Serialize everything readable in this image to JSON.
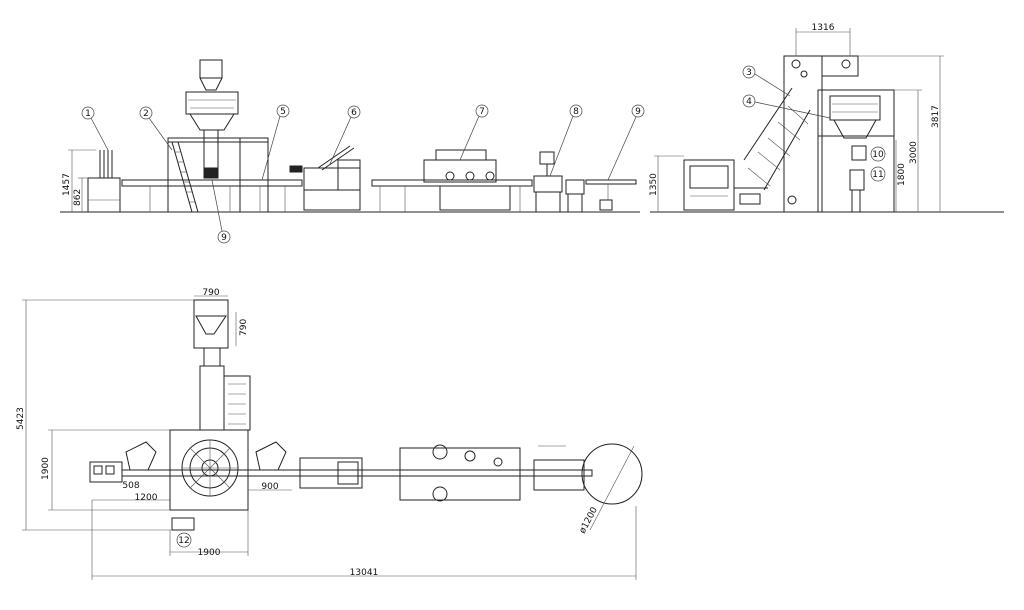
{
  "callouts": [
    "1",
    "2",
    "3",
    "4",
    "5",
    "6",
    "7",
    "8",
    "9",
    "10",
    "11",
    "12"
  ],
  "dimensions": {
    "front_1457": "1457",
    "front_862": "862",
    "side_1316": "1316",
    "side_3817": "3817",
    "side_3000": "3000",
    "side_1800": "1800",
    "side_1350": "1350",
    "plan_790_w": "790",
    "plan_790_h": "790",
    "plan_5423": "5423",
    "plan_1900_v": "1900",
    "plan_508": "508",
    "plan_1200": "1200",
    "plan_900": "900",
    "plan_1900_h": "1900",
    "plan_13041": "13041",
    "plan_d1200": "ø1200"
  }
}
